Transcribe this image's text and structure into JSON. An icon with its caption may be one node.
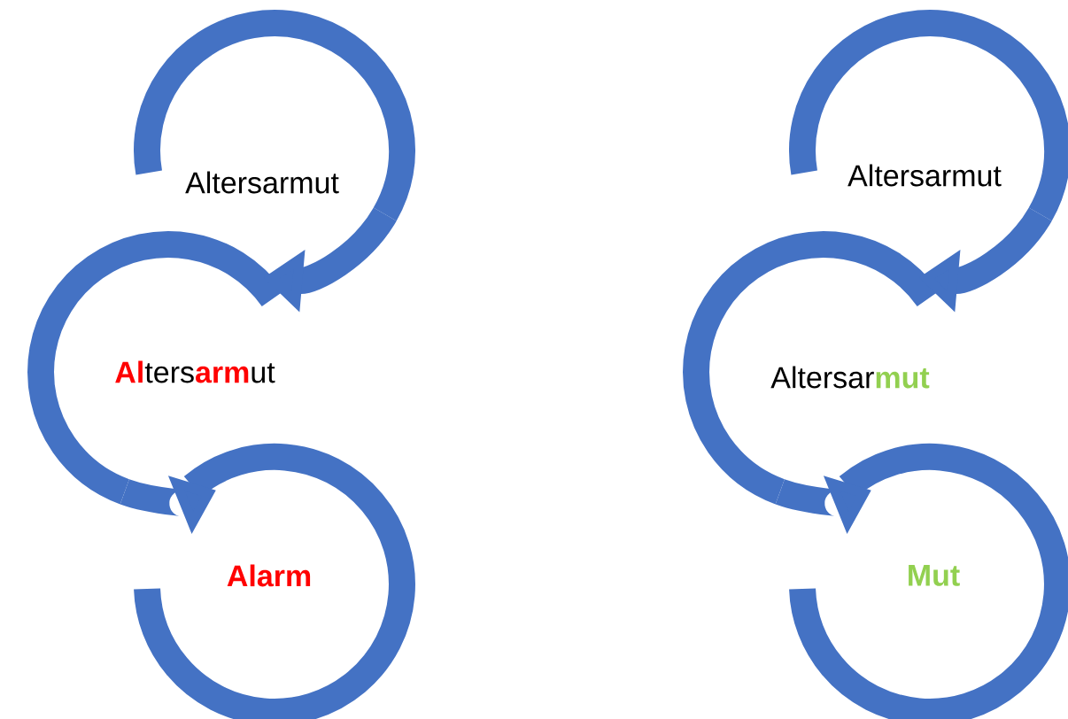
{
  "diagram": {
    "nodes": [
      {
        "text": [
          "Altersarmut"
        ]
      },
      {
        "text": [
          "**Al**ters**arm**ut"
        ]
      },
      {
        "text": [
          "Alarm"
        ]
      },
      {
        "text": [
          "Altersarmut"
        ]
      },
      {
        "text": [
          "Altersar**mut**"
        ]
      },
      {
        "text": [
          "Mut"
        ]
      }
    ],
    "edges": [
      {
        "from": 0,
        "to": 1,
        "arrow": "to"
      },
      {
        "from": 1,
        "to": 2,
        "arrow": "to"
      },
      {
        "from": 3,
        "to": 4,
        "arrow": "to"
      },
      {
        "from": 4,
        "to": 5,
        "arrow": "to"
      }
    ]
  }
}
